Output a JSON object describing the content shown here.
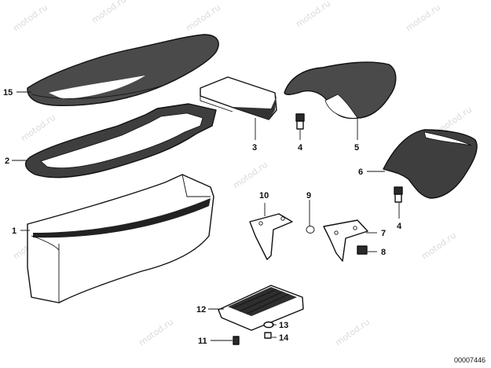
{
  "callouts": {
    "p1": "1",
    "p2": "2",
    "p3": "3",
    "p4a": "4",
    "p4b": "4",
    "p5": "5",
    "p6": "6",
    "p7": "7",
    "p8": "8",
    "p9": "9",
    "p10": "10",
    "p11": "11",
    "p12": "12",
    "p13": "13",
    "p14": "14",
    "p15": "15"
  },
  "document_id": "00007446",
  "watermark": "motod.ru",
  "colors": {
    "line": "#111111",
    "fill_dark": "#3a3a3a",
    "fill_light": "#ffffff",
    "watermark": "#bcbcbc"
  }
}
